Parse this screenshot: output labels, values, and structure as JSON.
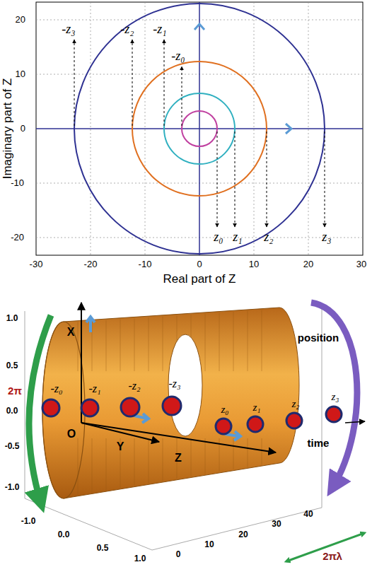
{
  "diagram": {
    "labels": [
      "-z₃",
      "-z₂",
      "-z₁",
      "-z₀",
      "z₀",
      "z₁",
      "z₂",
      "z₃",
      "20",
      "10",
      "0",
      "-10",
      "-20",
      "-30",
      "-20",
      "-10",
      "0",
      "10",
      "20",
      "30",
      "Real part of Z",
      "Imaginary part of Z",
      "-z₀",
      "-z₁",
      "-z₂",
      "-z₃",
      "z₀",
      "z₁",
      "z₂",
      "z₃",
      "X",
      "Y",
      "Z",
      "O",
      "position",
      "time",
      "2π",
      "2πλ",
      "1.0",
      "0.5",
      "0.0",
      "-0.5",
      "-1.0",
      "-1.0",
      "0.0",
      "0.5",
      "1.0",
      "0",
      "10",
      "20",
      "30",
      "40"
    ]
  }
}
